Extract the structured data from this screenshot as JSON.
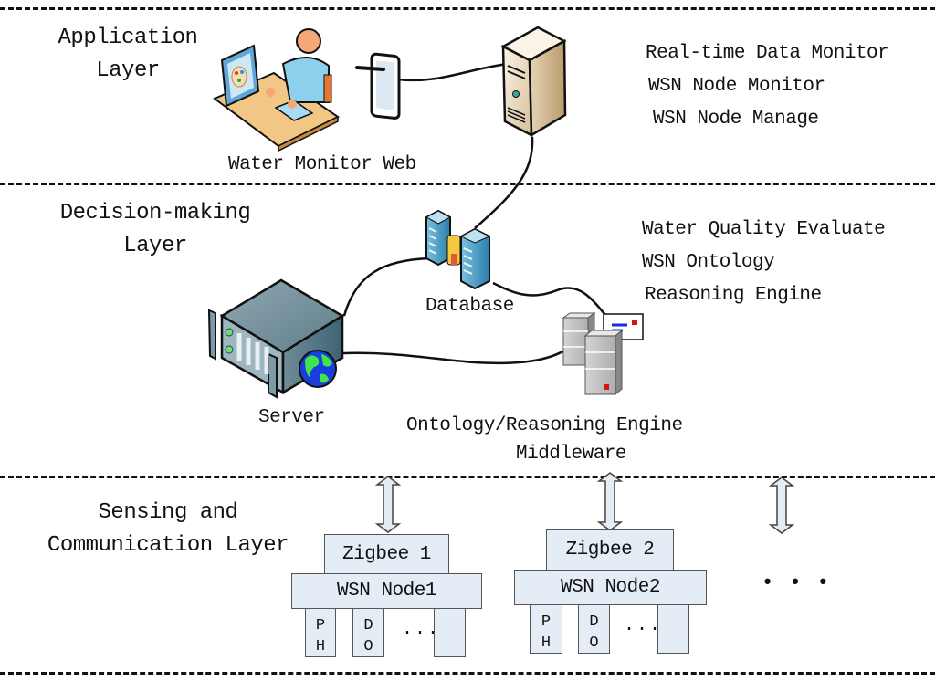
{
  "layers": [
    {
      "id": "application",
      "title_lines": [
        "Application",
        "Layer"
      ],
      "functions": [
        "Real-time Data Monitor",
        "WSN Node Monitor",
        "WSN Node Manage"
      ],
      "components": [
        {
          "name": "Water Monitor Web",
          "icon": "user-at-computer-icon"
        },
        {
          "name": "",
          "icon": "tablet-icon"
        },
        {
          "name": "",
          "icon": "tower-server-icon"
        }
      ]
    },
    {
      "id": "decision",
      "title_lines": [
        "Decision-making",
        "Layer"
      ],
      "functions": [
        "Water Quality Evaluate",
        "WSN Ontology",
        "Reasoning Engine"
      ],
      "components": [
        {
          "name": "Database",
          "icon": "database-buildings-icon"
        },
        {
          "name": "Server",
          "icon": "web-server-globe-icon"
        },
        {
          "name": "Ontology/Reasoning Engine",
          "name_line2": "Middleware",
          "icon": "middleware-servers-icon"
        }
      ]
    },
    {
      "id": "sensing",
      "title_lines": [
        "Sensing and",
        "Communication Layer"
      ],
      "nodes": [
        {
          "gateway": "Zigbee 1",
          "node": "WSN Node1",
          "sensors": [
            [
              "P",
              "H"
            ],
            [
              "D",
              "O"
            ]
          ],
          "more": "..."
        },
        {
          "gateway": "Zigbee 2",
          "node": "WSN Node2",
          "sensors": [
            [
              "P",
              "H"
            ],
            [
              "D",
              "O"
            ]
          ],
          "more": "..."
        }
      ],
      "more_nodes": "• • •"
    }
  ],
  "colors": {
    "box_fill": "#e4ecf6",
    "box_border": "#555555",
    "divider": "#111111"
  }
}
